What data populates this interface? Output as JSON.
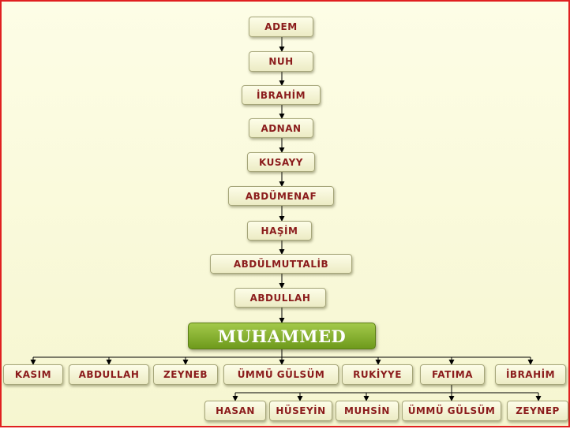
{
  "ancestors": [
    "ADEM",
    "NUH",
    "İBRAHİM",
    "ADNAN",
    "KUSAYY",
    "ABDÜMENAF",
    "HAŞİM",
    "ABDÜLMUTTALİB",
    "ABDULLAH"
  ],
  "root": "MUHAMMED",
  "children": [
    "KASIM",
    "ABDULLAH",
    "ZEYNEB",
    "ÜMMÜ GÜLSÜM",
    "RUKİYYE",
    "FATIMA",
    "İBRAHİM"
  ],
  "grandchildren": [
    "HASAN",
    "HÜSEYİN",
    "MUHSİN",
    "ÜMMÜ GÜLSÜM",
    "ZEYNEP"
  ],
  "colors": {
    "node_text": "#8b1c1c",
    "root_fill": "#86b02a",
    "root_text": "#ffffff",
    "border": "#e02020"
  }
}
